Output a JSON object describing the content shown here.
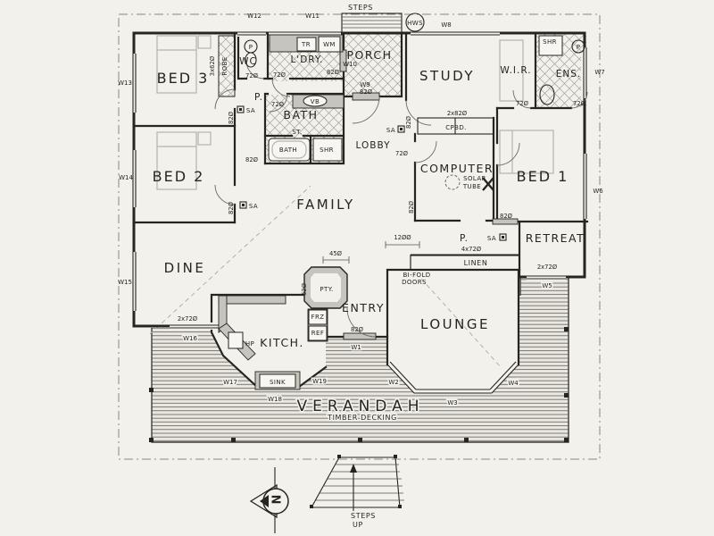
{
  "plan": {
    "rooms": {
      "bed3": "BED 3",
      "bed2": "BED 2",
      "bed1": "BED 1",
      "wc": "WC",
      "ldry": "L'DRY.",
      "porch": "PORCH",
      "study": "STUDY",
      "wir": "W.I.R.",
      "ens": "ENS.",
      "bath": "BATH",
      "lobby": "LOBBY",
      "computer": "COMPUTER",
      "family": "FAMILY",
      "retreat": "RETREAT",
      "dine": "DINE",
      "kitch": "KITCH.",
      "entry": "ENTRY",
      "lounge": "LOUNGE",
      "verandah": "VERANDAH",
      "passage": "P."
    },
    "fixtures": {
      "robe": "ROBE",
      "tr": "TR",
      "wm": "WM",
      "vb": "VB",
      "bathtub": "BATH",
      "shr": "SHR",
      "pan": "P",
      "st": "ST.",
      "cpbd": "CPBD.",
      "solar1": "SOLAR",
      "solar2": "TUBE",
      "linen": "LINEN",
      "bifold1": "BI-FOLD",
      "bifold2": "DOORS",
      "pty": "PTY.",
      "frz": "FRZ",
      "ref": "REF",
      "sink": "SINK",
      "hp": "HP",
      "hws": "HWS",
      "sa": "SA",
      "decking": "TIMBER DECKING",
      "steps": "STEPS",
      "up": "UP",
      "north": "N"
    },
    "windows": {
      "w1": "W1",
      "w2": "W2",
      "w3": "W3",
      "w4": "W4",
      "w5": "W5",
      "w6": "W6",
      "w7": "W7",
      "w8": "W8",
      "w9": "W9",
      "w10": "W10",
      "w11": "W11",
      "w12": "W12",
      "w13": "W13",
      "w14": "W14",
      "w15": "W15",
      "w16": "W16",
      "w17": "W17",
      "w18": "W18",
      "w19": "W19"
    },
    "dims": {
      "d3x620": "3x62Ø",
      "d820": "82Ø",
      "d720": "72Ø",
      "d2x820": "2x82Ø",
      "d2x720": "2x72Ø",
      "d4x720": "4x72Ø",
      "d1200": "12ØØ",
      "d450": "45Ø",
      "d620": "62Ø"
    }
  }
}
